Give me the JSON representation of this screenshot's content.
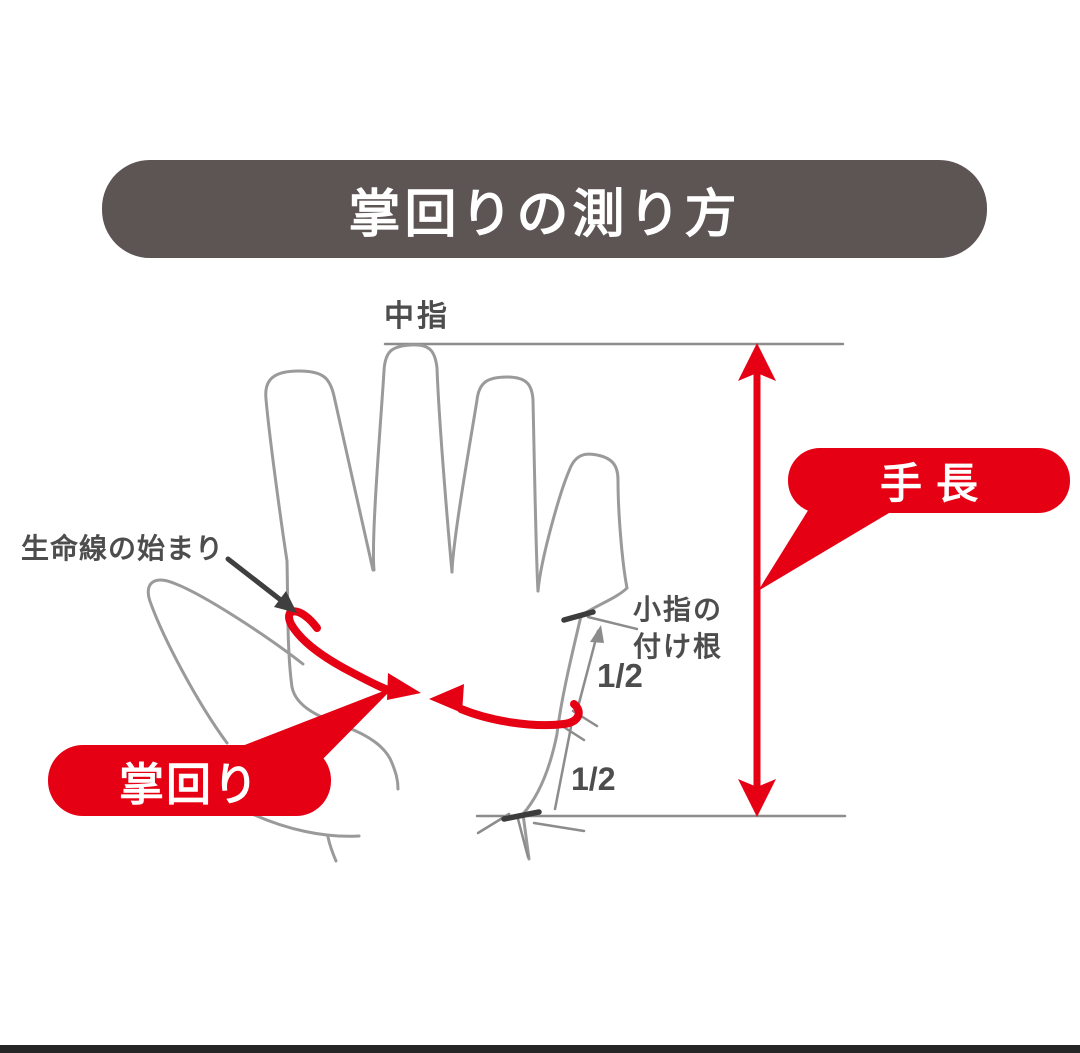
{
  "banner": {
    "title": "掌回りの測り方"
  },
  "diagram": {
    "labels": {
      "middle_finger": "中指",
      "life_line_start": "生命線の始まり",
      "pinky_base_line1": "小指の",
      "pinky_base_line2": "付け根",
      "half_upper": "1/2",
      "half_lower": "1/2"
    },
    "badges": {
      "hand_length": "手長",
      "palm_circumference": "掌回り"
    }
  },
  "theme": {
    "background": "#ffffff",
    "banner_bg": "#5d5454",
    "banner_text": "#ffffff",
    "accent_red": "#e60014",
    "badge_text": "#ffffff",
    "hand_outline": "#9a9a9a",
    "dimension_gray": "#8c8c8c",
    "mark_dark": "#3c3c3c",
    "arrow_dark": "#3f3f3f",
    "label_text": "#4d4d4d",
    "footer_bar": "#262626"
  }
}
